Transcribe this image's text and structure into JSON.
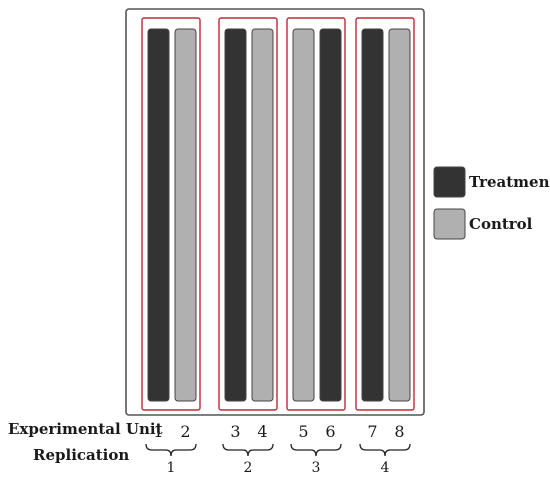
{
  "row_labels": {
    "unit": "Experimental Unit",
    "replication": "Replication"
  },
  "legend": [
    {
      "label": "Treatment",
      "color": "#333333"
    },
    {
      "label": "Control",
      "color": "#b0b0b0"
    }
  ],
  "colors": {
    "treatment": "#333333",
    "control": "#b0b0b0",
    "replicate_outline": "#c0283a",
    "field_outline": "#555555"
  },
  "replications": [
    {
      "label": "1",
      "units": [
        {
          "label": "1",
          "type": "treatment"
        },
        {
          "label": "2",
          "type": "control"
        }
      ]
    },
    {
      "label": "2",
      "units": [
        {
          "label": "3",
          "type": "treatment"
        },
        {
          "label": "4",
          "type": "control"
        }
      ]
    },
    {
      "label": "3",
      "units": [
        {
          "label": "5",
          "type": "control"
        },
        {
          "label": "6",
          "type": "treatment"
        }
      ]
    },
    {
      "label": "4",
      "units": [
        {
          "label": "7",
          "type": "treatment"
        },
        {
          "label": "8",
          "type": "control"
        }
      ]
    }
  ]
}
